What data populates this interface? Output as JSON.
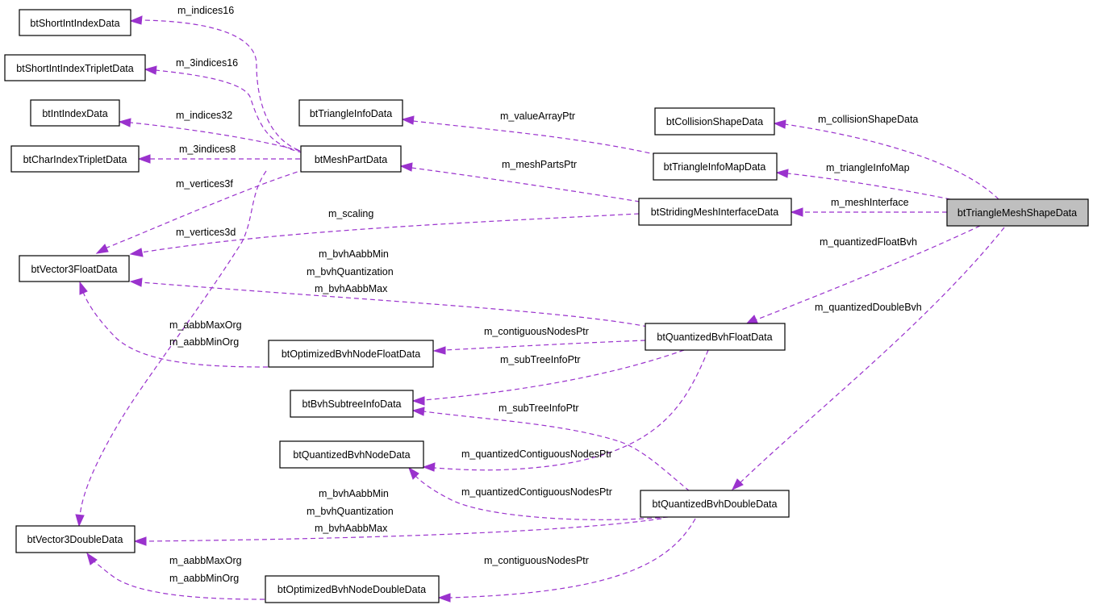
{
  "colors": {
    "edge": "#9a32cd",
    "node_border": "#000000",
    "root_fill": "#bfbfbf",
    "node_fill": "#ffffff"
  },
  "nodes": {
    "root": "btTriangleMeshShapeData",
    "shortIntIndex": "btShortIntIndexData",
    "shortIntIndexTriplet": "btShortIntIndexTripletData",
    "intIndex": "btIntIndexData",
    "charIndexTriplet": "btCharIndexTripletData",
    "vector3Float": "btVector3FloatData",
    "triangleInfo": "btTriangleInfoData",
    "meshPart": "btMeshPartData",
    "collisionShape": "btCollisionShapeData",
    "triangleInfoMap": "btTriangleInfoMapData",
    "stridingMesh": "btStridingMeshInterfaceData",
    "quantizedFloat": "btQuantizedBvhFloatData",
    "optNodeFloat": "btOptimizedBvhNodeFloatData",
    "subtreeInfo": "btBvhSubtreeInfoData",
    "quantizedNode": "btQuantizedBvhNodeData",
    "quantizedDouble": "btQuantizedBvhDoubleData",
    "vector3Double": "btVector3DoubleData",
    "optNodeDouble": "btOptimizedBvhNodeDoubleData"
  },
  "labels": {
    "indices16": "m_indices16",
    "threeIndices16": "m_3indices16",
    "indices32": "m_indices32",
    "threeIndices8": "m_3indices8",
    "vertices3f": "m_vertices3f",
    "scaling": "m_scaling",
    "vertices3d": "m_vertices3d",
    "valueArrayPtr": "m_valueArrayPtr",
    "meshPartsPtr": "m_meshPartsPtr",
    "collisionShapeData": "m_collisionShapeData",
    "triangleInfoMap": "m_triangleInfoMap",
    "meshInterface": "m_meshInterface",
    "quantizedFloatBvh": "m_quantizedFloatBvh",
    "quantizedDoubleBvh": "m_quantizedDoubleBvh",
    "floatAabbMin": "m_bvhAabbMin",
    "floatQuantization": "m_bvhQuantization",
    "floatAabbMax": "m_bvhAabbMax",
    "floatAabbMaxOrg": "m_aabbMaxOrg",
    "floatAabbMinOrg": "m_aabbMinOrg",
    "floatContiguous": "m_contiguousNodesPtr",
    "floatSubTree": "m_subTreeInfoPtr",
    "doubleSubTree": "m_subTreeInfoPtr",
    "floatQuantizedContiguous": "m_quantizedContiguousNodesPtr",
    "doubleQuantizedContiguous": "m_quantizedContiguousNodesPtr",
    "doubleAabbMin": "m_bvhAabbMin",
    "doubleQuantization": "m_bvhQuantization",
    "doubleAabbMax": "m_bvhAabbMax",
    "doubleAabbMaxOrg": "m_aabbMaxOrg",
    "doubleAabbMinOrg": "m_aabbMinOrg",
    "doubleContiguous": "m_contiguousNodesPtr"
  }
}
